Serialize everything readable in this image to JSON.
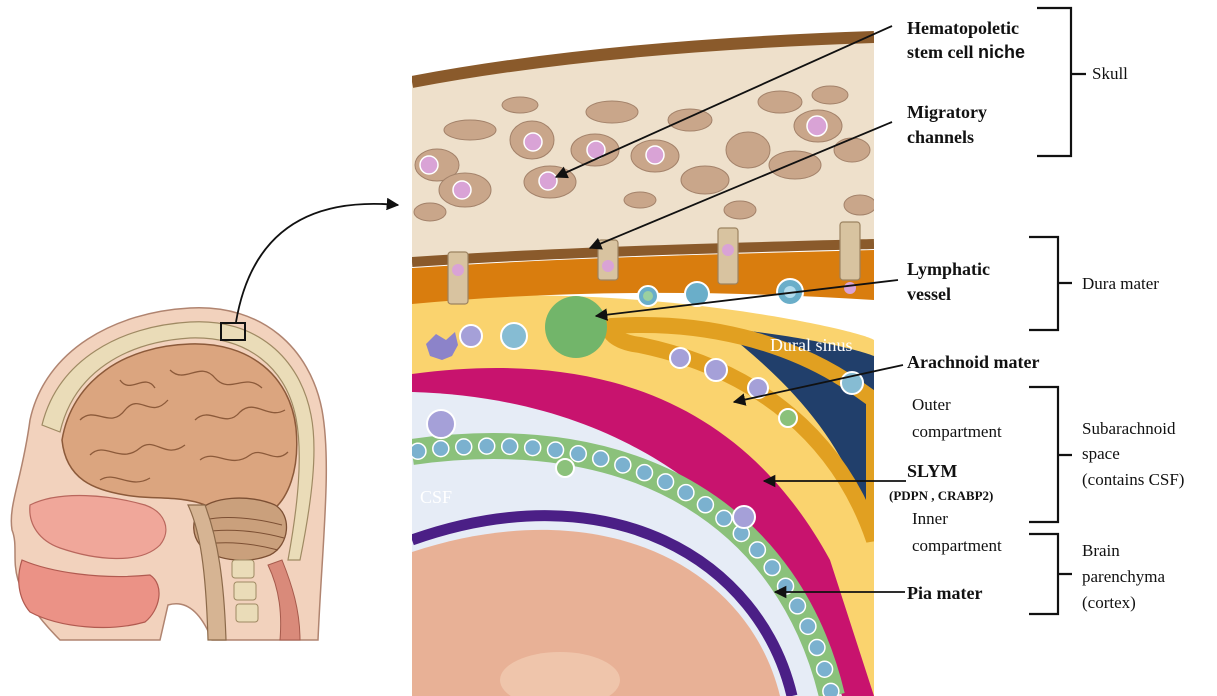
{
  "labels": {
    "hematopoietic_line1": "Hematopoletic",
    "hematopoietic_line2a": "stem cell ",
    "hematopoietic_line2b": "niche",
    "migratory_line1": "Migratory",
    "migratory_line2": "channels",
    "lymphatic_line1": "Lymphatic",
    "lymphatic_line2": "vessel",
    "arachnoid": "Arachnoid mater",
    "outer_line1": "Outer",
    "outer_line2": "compartment",
    "slym": "SLYM",
    "slym_markers": "(PDPN , CRABP2)",
    "inner_line1": "Inner",
    "inner_line2": "compartment",
    "pia": "Pia mater",
    "dural_sinus": "Dural sinus",
    "csf": "CSF"
  },
  "brackets": {
    "skull": "Skull",
    "dura": "Dura mater",
    "subarachnoid_line1": "Subarachnoid",
    "subarachnoid_line2": "space",
    "subarachnoid_line3": "(contains CSF)",
    "brain_line1": "Brain",
    "brain_line2": "parenchyma",
    "brain_line3": "(cortex)"
  },
  "colors": {
    "skull_bone": "#eee0cb",
    "bone_pocket": "#c9a68a",
    "stem_cell": "#d9a3d6",
    "periosteum": "#8a5a2b",
    "dura_orange": "#d97d0e",
    "dura_yellow": "#fad36e",
    "dural_sinus": "#213f6b",
    "arachnoid": "#c8136e",
    "csf": "#e6ecf6",
    "slym_green": "#8bc17b",
    "slym_cell": "#7bb1cf",
    "pia": "#4b1f86",
    "cortex": "#e8b196",
    "lymphatic": "#72b56a"
  }
}
